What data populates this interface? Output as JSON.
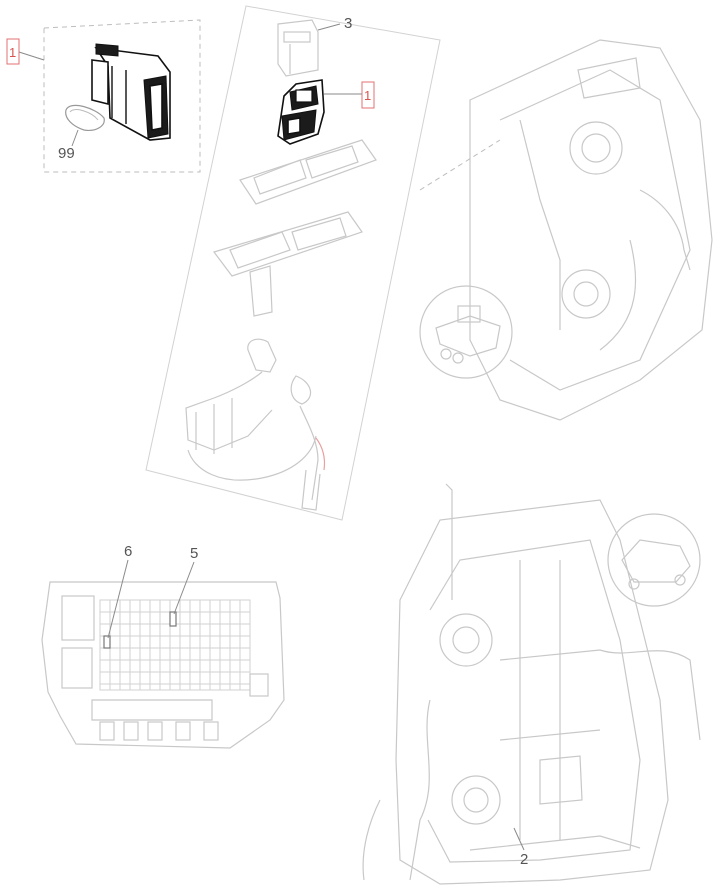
{
  "callouts": {
    "ref1_left": "1",
    "ref1_right": "1",
    "part3": "3",
    "part99": "99",
    "part6": "6",
    "part5": "5",
    "part2": "2"
  },
  "colors": {
    "highlight": "#111111",
    "ghost": "#c8c8c8",
    "reference_box": "#e07070"
  }
}
